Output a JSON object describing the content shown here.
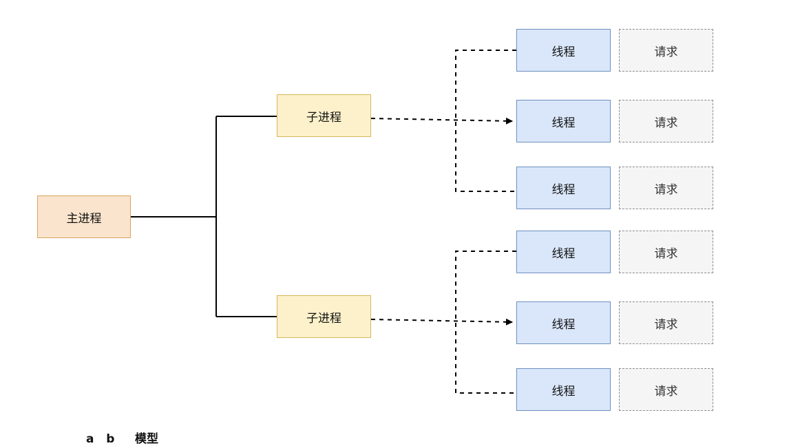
{
  "diagram": {
    "main_process": {
      "label": "主进程"
    },
    "sub_processes": [
      {
        "label": "子进程"
      },
      {
        "label": "子进程"
      }
    ],
    "threads": [
      {
        "label": "线程",
        "request_label": "请求"
      },
      {
        "label": "线程",
        "request_label": "请求"
      },
      {
        "label": "线程",
        "request_label": "请求"
      },
      {
        "label": "线程",
        "request_label": "请求"
      },
      {
        "label": "线程",
        "request_label": "请求"
      },
      {
        "label": "线程",
        "request_label": "请求"
      }
    ],
    "caption": "a   b     模型"
  },
  "colors": {
    "main_fill": "#fae4cd",
    "main_stroke": "#d8a45a",
    "sub_fill": "#fdf1cb",
    "sub_stroke": "#d6b656",
    "thread_fill": "#dae7fa",
    "thread_stroke": "#6c8ebf",
    "request_fill": "#f5f5f5",
    "request_stroke": "#8c8c8c"
  }
}
